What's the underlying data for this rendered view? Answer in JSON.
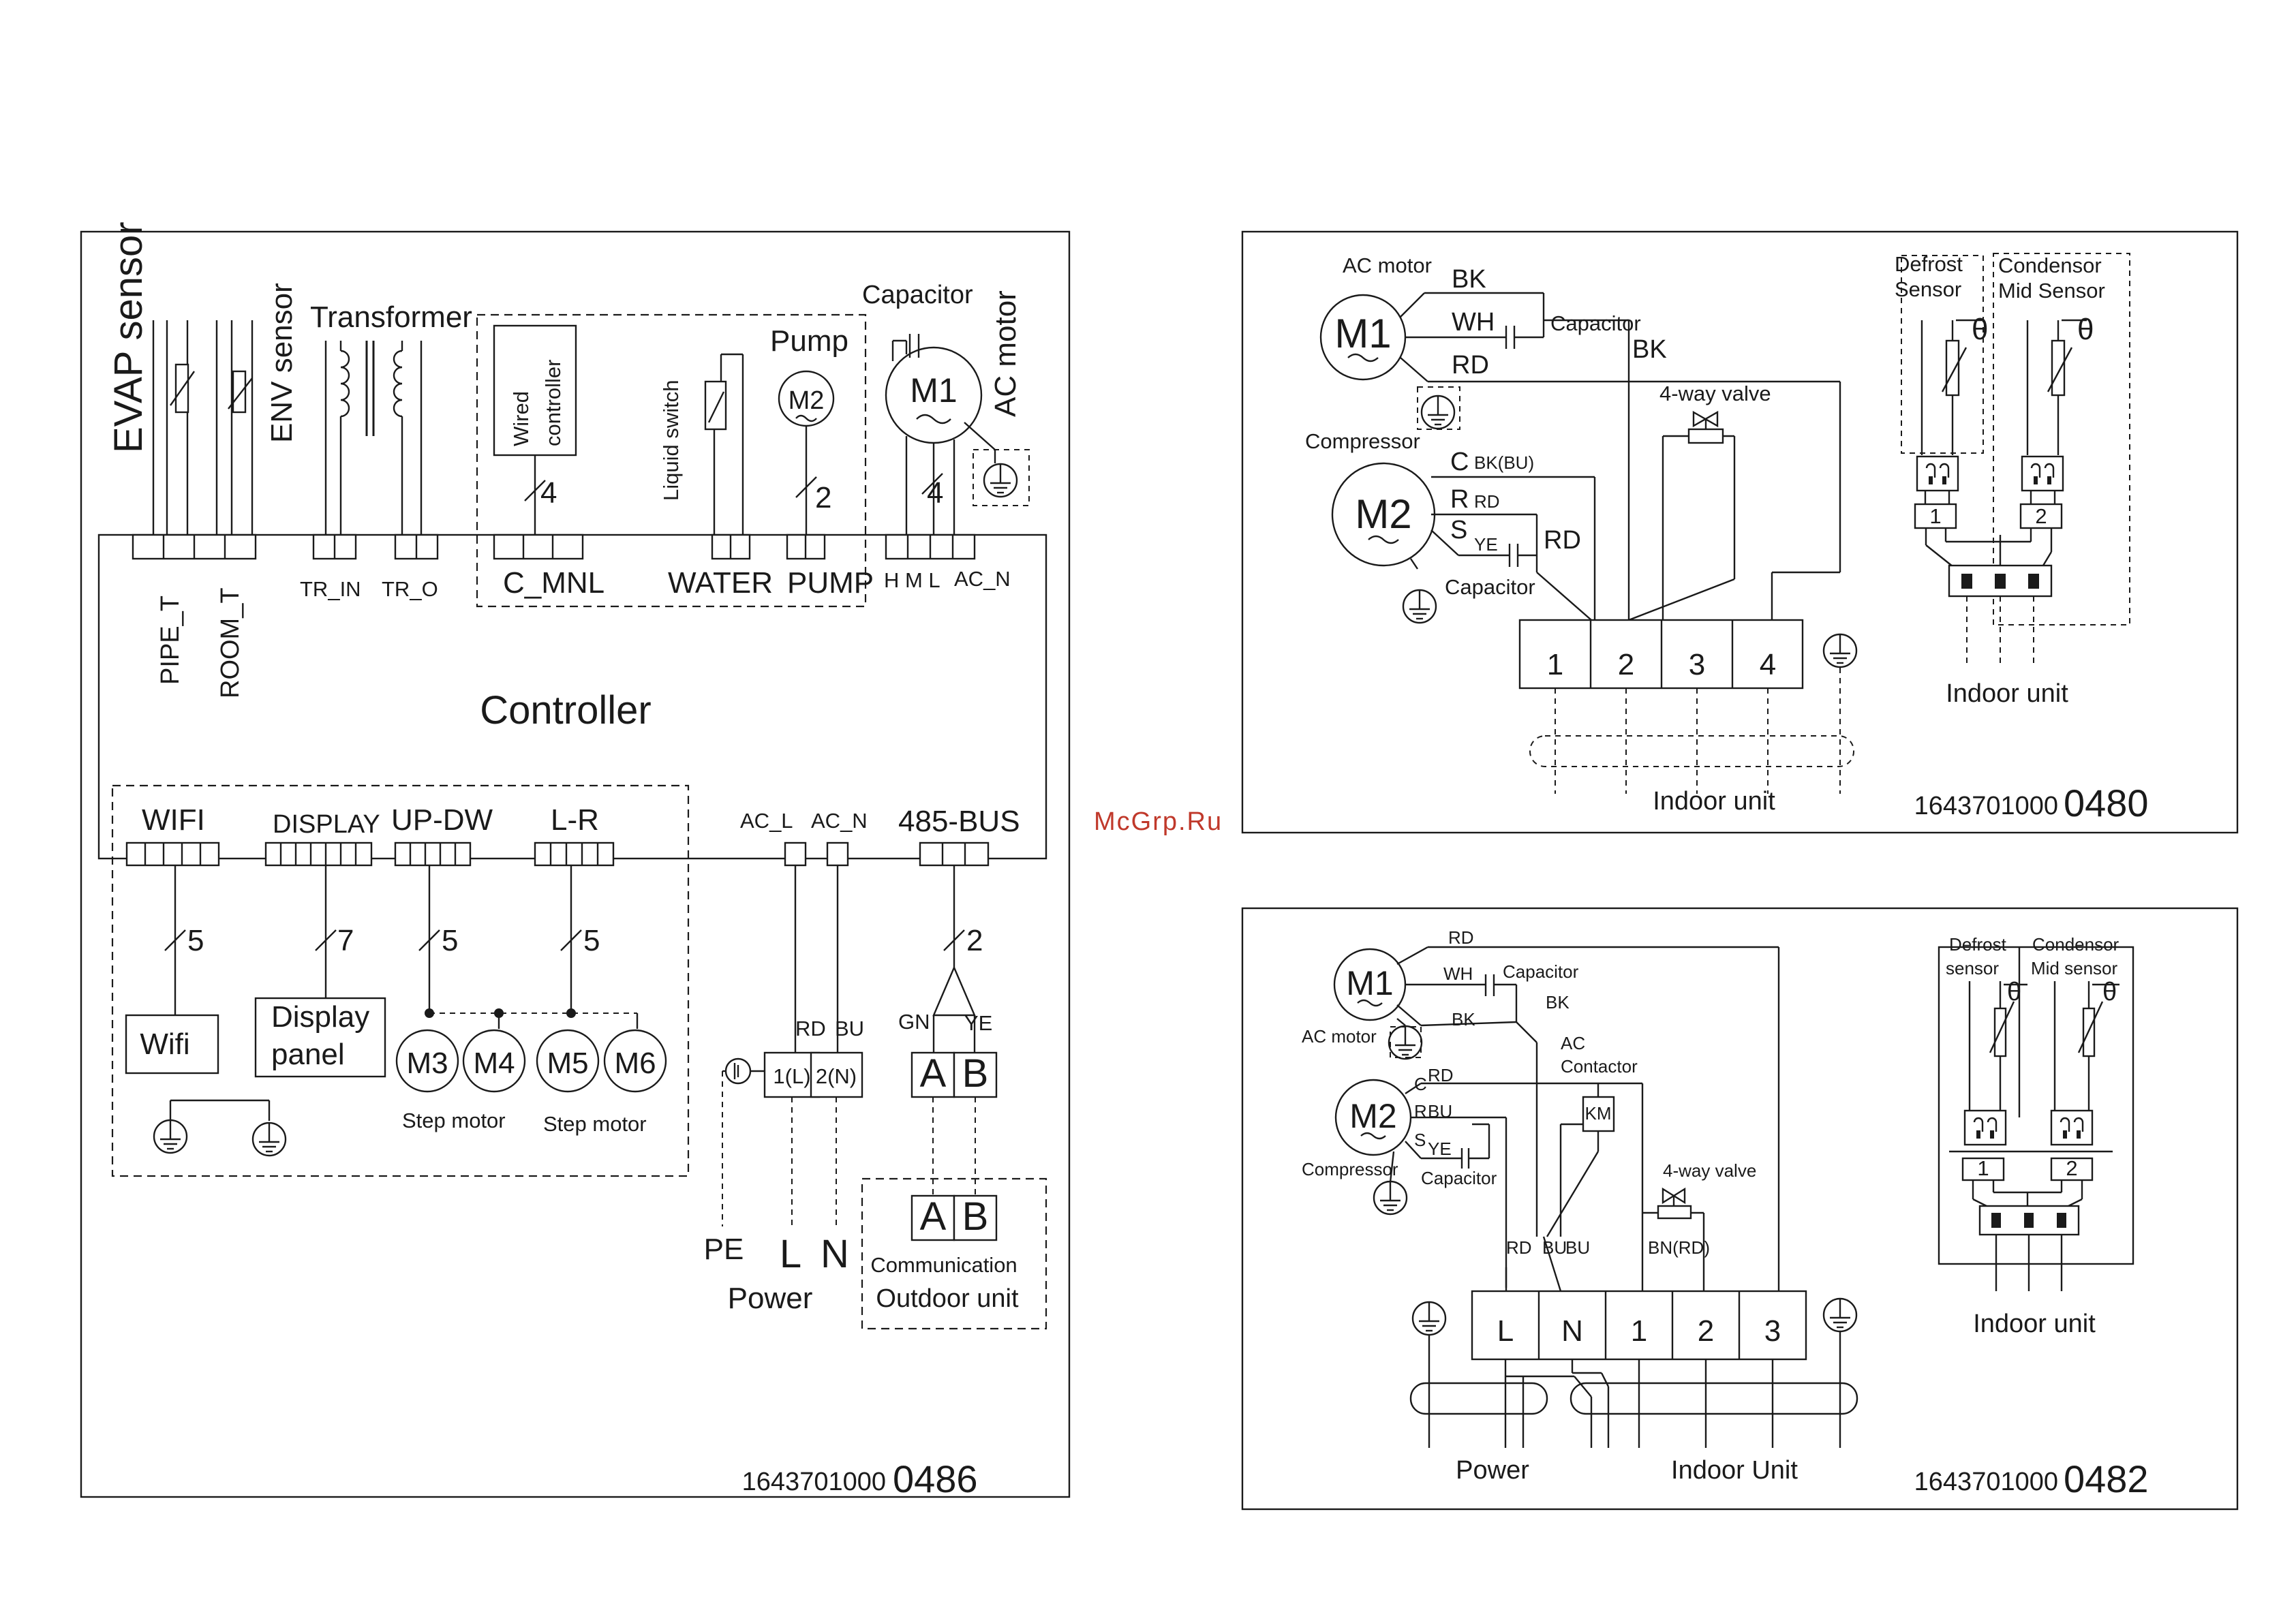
{
  "watermark": "McGrp.Ru",
  "left_diagram": {
    "code_small": "1643701000",
    "code_large": "0486",
    "evap_sensor": "EVAP sensor",
    "env_sensor": "ENV sensor",
    "transformer": "Transformer",
    "wired_controller": [
      "Wired",
      "controller"
    ],
    "liquid_switch": "Liquid switch",
    "pump": "Pump",
    "m2": "M2",
    "capacitor": "Capacitor",
    "m1": "M1",
    "ac_motor": "AC motor",
    "wire_count_4": "4",
    "wire_count_2": "2",
    "pipe_t": "PIPE_T",
    "room_t": "ROOM_T",
    "tr_in": "TR_IN",
    "tr_o": "TR_O",
    "c_mnl": "C_MNL",
    "water": "WATER",
    "pump_port": "PUMP",
    "hml": "H M L",
    "ac_n_top": "AC_N",
    "controller": "Controller",
    "wifi": "WIFI",
    "display": "DISPLAY",
    "up_dw": "UP-DW",
    "l_r": "L-R",
    "ac_l": "AC_L",
    "ac_n": "AC_N",
    "bus": "485-BUS",
    "wire_5": "5",
    "wire_7": "7",
    "wifi_module": "Wifi",
    "display_panel": [
      "Display",
      "panel"
    ],
    "m3": "M3",
    "m4": "M4",
    "m5": "M5",
    "m6": "M6",
    "step_motor": "Step motor",
    "rd": "RD",
    "bu": "BU",
    "gn": "GN",
    "ye": "YE",
    "term_1l": "1(L)",
    "term_2n": "2(N)",
    "a": "A",
    "b": "B",
    "pe": "PE",
    "l": "L",
    "n": "N",
    "power": "Power",
    "communication": "Communication",
    "outdoor_unit": "Outdoor unit"
  },
  "top_right_diagram": {
    "code_small": "1643701000",
    "code_large": "0480",
    "ac_motor": "AC motor",
    "m1": "M1",
    "bk": "BK",
    "wh": "WH",
    "rd": "RD",
    "capacitor": "Capacitor",
    "compressor": "Compressor",
    "m2": "M2",
    "c": "C",
    "r": "R",
    "s": "S",
    "bk_bu": "BK(BU)",
    "rd_small": "RD",
    "ye": "YE",
    "valve": "4-way valve",
    "terminals": [
      "1",
      "2",
      "3",
      "4"
    ],
    "indoor_unit": "Indoor unit",
    "defrost_sensor": [
      "Defrost",
      "Sensor"
    ],
    "condensor_sensor": [
      "Condensor",
      "Mid Sensor"
    ],
    "theta": "θ",
    "plug_1": "1",
    "plug_2": "2",
    "indoor_unit_right": "Indoor unit"
  },
  "bottom_right_diagram": {
    "code_small": "1643701000",
    "code_large": "0482",
    "m1": "M1",
    "rd": "RD",
    "wh": "WH",
    "bk": "BK",
    "capacitor": "Capacitor",
    "ac_motor": "AC motor",
    "m2": "M2",
    "c": "C",
    "r": "R",
    "s": "S",
    "bu": "BU",
    "ye": "YE",
    "compressor": "Compressor",
    "ac_contactor": [
      "AC",
      "Contactor"
    ],
    "km": "KM",
    "valve": "4-way valve",
    "bn_rd": "BN(RD)",
    "terminals": [
      "L",
      "N",
      "1",
      "2",
      "3"
    ],
    "power": "Power",
    "indoor_unit": "Indoor Unit",
    "defrost_sensor": [
      "Defrost",
      "sensor"
    ],
    "condensor_sensor": [
      "Condensor",
      "Mid sensor"
    ],
    "theta": "θ",
    "plug_1": "1",
    "plug_2": "2",
    "indoor_unit_right": "Indoor unit"
  }
}
